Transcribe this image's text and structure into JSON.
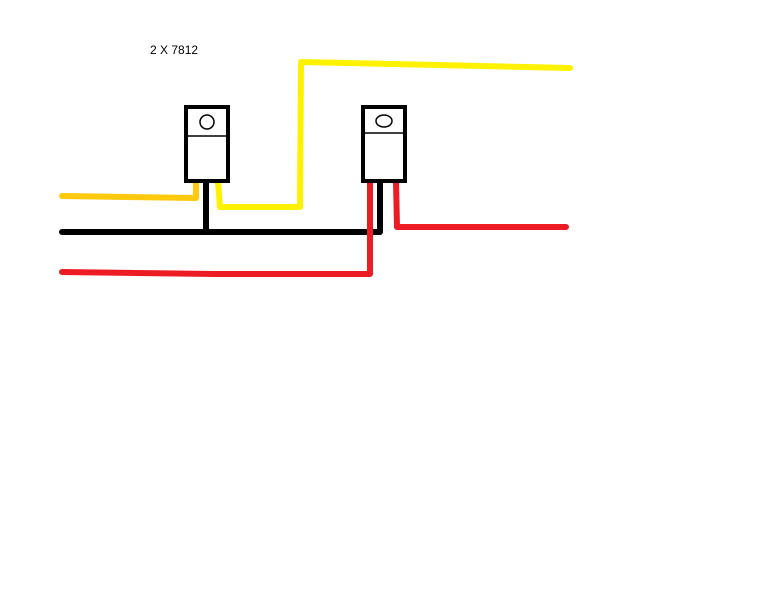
{
  "diagram": {
    "caption": "2 X 7812",
    "colors": {
      "background": "#ffffff",
      "ground": "#000000",
      "positive": "#ed1c24",
      "input_left": "#ffc90e",
      "output_yellow": "#fff200"
    },
    "components": [
      {
        "name": "regulator-left",
        "part": "7812"
      },
      {
        "name": "regulator-right",
        "part": "7812"
      }
    ]
  }
}
